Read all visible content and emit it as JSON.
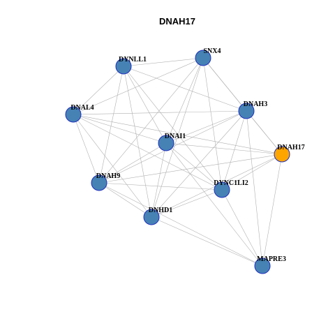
{
  "figure": {
    "title": "DNAH17",
    "colors": {
      "background": "#ffffff",
      "node_fill": "#4682B4",
      "node_stroke": "#1f2fbf",
      "highlight_fill": "#FFA500",
      "edge": "#b0b0b0",
      "label": "#000000"
    }
  },
  "network": {
    "nodes": [
      {
        "id": "DYNLL1",
        "label": "DYNLL1",
        "highlight": false
      },
      {
        "id": "SNX4",
        "label": "SNX4",
        "highlight": false
      },
      {
        "id": "DNAL4",
        "label": "DNAL4",
        "highlight": false
      },
      {
        "id": "DNAH3",
        "label": "DNAH3",
        "highlight": false
      },
      {
        "id": "DNAI1",
        "label": "DNAI1",
        "highlight": false
      },
      {
        "id": "DNAH17",
        "label": "DNAH17",
        "highlight": true
      },
      {
        "id": "DNAH9",
        "label": "DNAH9",
        "highlight": false
      },
      {
        "id": "DYNC1LI2",
        "label": "DYNC1LI2",
        "highlight": false
      },
      {
        "id": "DNHD1",
        "label": "DNHD1",
        "highlight": false
      },
      {
        "id": "MAPRE3",
        "label": "MAPRE3",
        "highlight": false
      }
    ],
    "edges": [
      [
        "DYNLL1",
        "SNX4"
      ],
      [
        "DYNLL1",
        "DNAL4"
      ],
      [
        "DYNLL1",
        "DNAH3"
      ],
      [
        "DYNLL1",
        "DNAI1"
      ],
      [
        "DYNLL1",
        "DNAH9"
      ],
      [
        "DYNLL1",
        "DYNC1LI2"
      ],
      [
        "DYNLL1",
        "DNHD1"
      ],
      [
        "SNX4",
        "DNAL4"
      ],
      [
        "SNX4",
        "DNAH3"
      ],
      [
        "SNX4",
        "DNAI1"
      ],
      [
        "SNX4",
        "DNAH17"
      ],
      [
        "SNX4",
        "DNAH9"
      ],
      [
        "SNX4",
        "DYNC1LI2"
      ],
      [
        "SNX4",
        "DNHD1"
      ],
      [
        "DNAL4",
        "DNAH3"
      ],
      [
        "DNAL4",
        "DNAI1"
      ],
      [
        "DNAL4",
        "DNAH17"
      ],
      [
        "DNAL4",
        "DNAH9"
      ],
      [
        "DNAL4",
        "DYNC1LI2"
      ],
      [
        "DNAL4",
        "DNHD1"
      ],
      [
        "DNAH3",
        "DNAI1"
      ],
      [
        "DNAH3",
        "DNAH17"
      ],
      [
        "DNAH3",
        "DNAH9"
      ],
      [
        "DNAH3",
        "DYNC1LI2"
      ],
      [
        "DNAH3",
        "DNHD1"
      ],
      [
        "DNAH3",
        "MAPRE3"
      ],
      [
        "DNAI1",
        "DNAH17"
      ],
      [
        "DNAI1",
        "DNAH9"
      ],
      [
        "DNAI1",
        "DYNC1LI2"
      ],
      [
        "DNAI1",
        "DNHD1"
      ],
      [
        "DNAI1",
        "MAPRE3"
      ],
      [
        "DNAH17",
        "DNAH9"
      ],
      [
        "DNAH17",
        "DYNC1LI2"
      ],
      [
        "DNAH17",
        "DNHD1"
      ],
      [
        "DNAH17",
        "MAPRE3"
      ],
      [
        "DNAH9",
        "DYNC1LI2"
      ],
      [
        "DNAH9",
        "DNHD1"
      ],
      [
        "DNAH9",
        "MAPRE3"
      ],
      [
        "DYNC1LI2",
        "DNHD1"
      ],
      [
        "DYNC1LI2",
        "MAPRE3"
      ],
      [
        "DNHD1",
        "MAPRE3"
      ]
    ]
  }
}
